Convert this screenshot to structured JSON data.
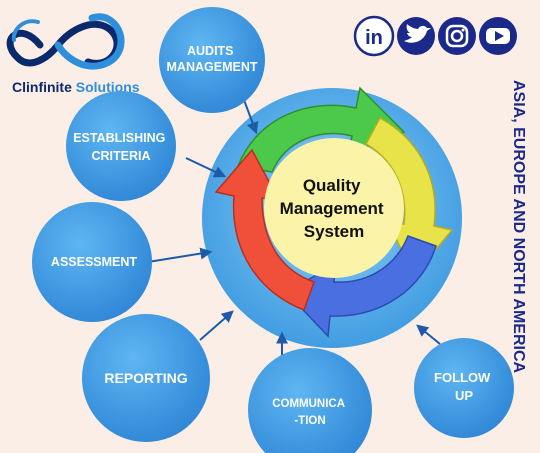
{
  "brand": {
    "name_part1": "Clinfinite",
    "name_part2": " Solutions",
    "colors": {
      "part1": "#0a2a6b",
      "part2": "#2f8fdc"
    }
  },
  "social": [
    {
      "name": "linkedin-icon",
      "glyph": "in"
    },
    {
      "name": "twitter-icon",
      "glyph": ""
    },
    {
      "name": "instagram-icon",
      "glyph": ""
    },
    {
      "name": "youtube-icon",
      "glyph": ""
    }
  ],
  "center": {
    "lines": [
      "Quality",
      "Management",
      "System"
    ]
  },
  "bubbles": {
    "audits": [
      "AUDITS",
      "MANAGEMENT"
    ],
    "criteria": [
      "ESTABLISHING",
      "CRITERIA"
    ],
    "assessment": [
      "ASSESSMENT"
    ],
    "reporting": [
      "REPORTING"
    ],
    "communication": [
      "COMMUNICA",
      "-TION"
    ],
    "followup": [
      "FOLLOW",
      "UP"
    ]
  },
  "side_text": "ASIA, EUROPE AND NORTH AMERICA",
  "colors": {
    "background": "#fbeee6",
    "bubble": "#3a9be3",
    "arrow_green": "#4cc94a",
    "arrow_yellow": "#e9e34a",
    "arrow_blue": "#4a6fe0",
    "arrow_red": "#f0503a",
    "center_fill": "#fbf3a8"
  }
}
